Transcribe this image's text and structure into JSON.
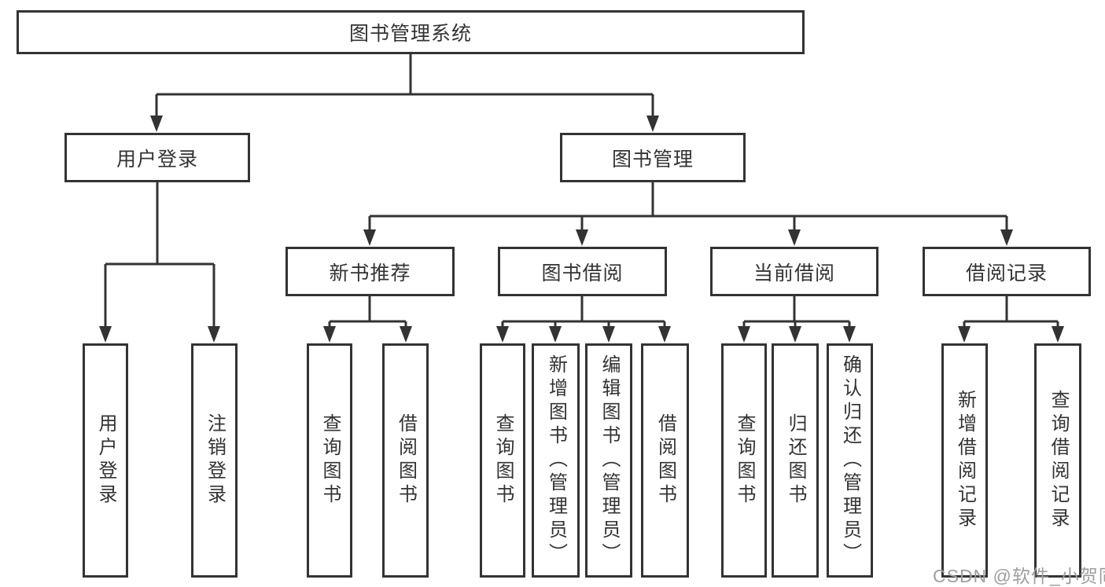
{
  "tree": {
    "root": "图书管理系统",
    "level2": [
      "用户登录",
      "图书管理"
    ],
    "level3": [
      "新书推荐",
      "图书借阅",
      "当前借阅",
      "借阅记录"
    ],
    "leaves": {
      "user_login": [
        "用户登录",
        "注销登录"
      ],
      "new_book_recommend": [
        "查询图书",
        "借阅图书"
      ],
      "book_borrow": [
        "查询图书",
        "新增图书（管理员）",
        "编辑图书（管理员）",
        "借阅图书"
      ],
      "current_borrow": [
        "查询图书",
        "归还图书",
        "确认归还（管理员）"
      ],
      "borrow_records": [
        "新增借阅记录",
        "查询借阅记录"
      ]
    }
  },
  "watermark": "CSDN @软件_小贺同学",
  "colors": {
    "line": "#333333",
    "box_border": "#333333",
    "box_fill": "#ffffff",
    "page_background": "#ffffff",
    "watermark": "#9e9e9e"
  }
}
